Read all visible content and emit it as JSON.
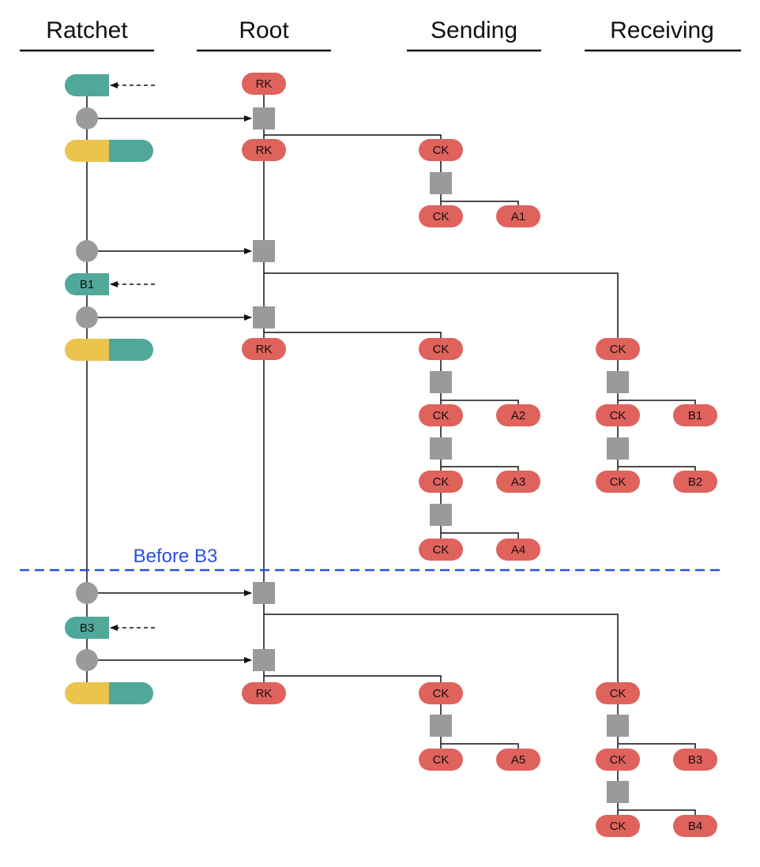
{
  "headers": {
    "ratchet": "Ratchet",
    "root": "Root",
    "sending": "Sending",
    "receiving": "Receiving"
  },
  "divider_label": "Before B3",
  "labels": {
    "rk": "RK",
    "ck": "CK",
    "a1": "A1",
    "a2": "A2",
    "a3": "A3",
    "a4": "A4",
    "a5": "A5",
    "b1": "B1",
    "b2": "B2",
    "b3": "B3",
    "b4": "B4"
  },
  "colors": {
    "key_red": "#E0625C",
    "teal": "#4FA89A",
    "yellow": "#EBC44E",
    "gray": "#9A9A9A",
    "divider_blue": "#2A4FE0",
    "line": "#111111"
  }
}
